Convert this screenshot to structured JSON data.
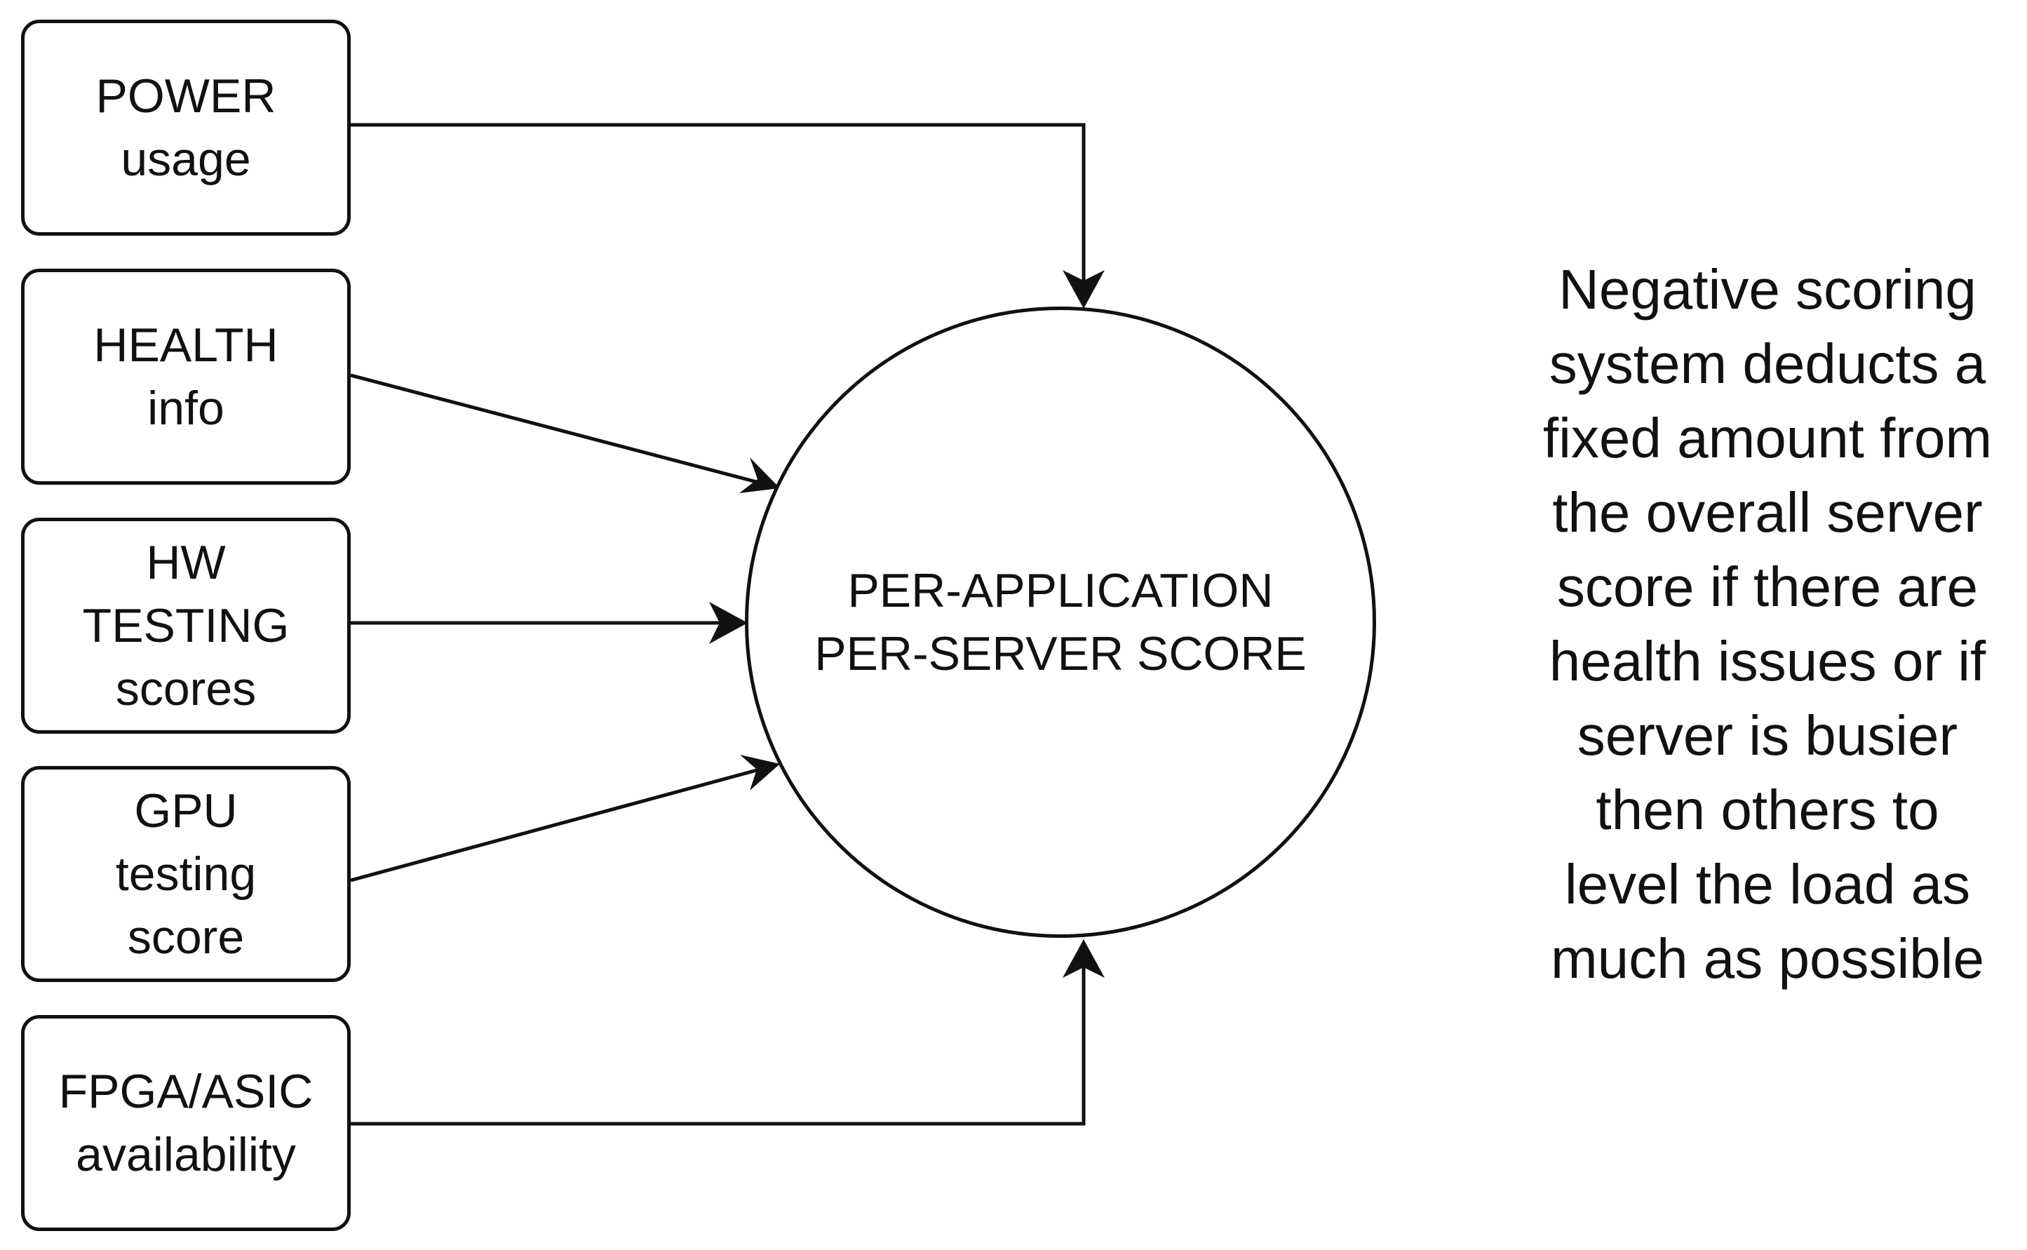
{
  "inputs": {
    "power": {
      "line1": "POWER",
      "line2": "usage"
    },
    "health": {
      "line1": "HEALTH",
      "line2": "info"
    },
    "hw": {
      "line1": "HW",
      "line2": "TESTING",
      "line3": "scores"
    },
    "gpu": {
      "line1": "GPU",
      "line2": "testing",
      "line3": "score"
    },
    "fpga": {
      "line1": "FPGA/ASIC",
      "line2": "availability"
    }
  },
  "score": {
    "line1": "PER-APPLICATION",
    "line2": "PER-SERVER SCORE"
  },
  "note": {
    "lines": [
      "Negative scoring",
      "system deducts a",
      "fixed amount from",
      "the overall server",
      "score if there are",
      "health issues or if",
      "server is busier",
      "then others to",
      "level the load as",
      "much as possible"
    ]
  },
  "colors": {
    "stroke": "#111111",
    "background": "#ffffff"
  }
}
